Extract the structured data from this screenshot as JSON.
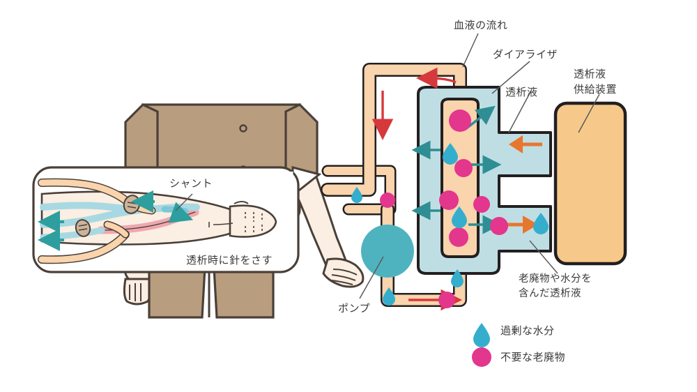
{
  "diagram": {
    "title_hidden": "",
    "labels": {
      "blood_flow": "血液の流れ",
      "dialyzer": "ダイアライザ",
      "dialysate": "透析液",
      "supply_device": "透析液\n供給装置",
      "waste_dialysate": "老廃物や水分を\n含んだ透析液",
      "pump": "ポンプ",
      "shunt": "シャント",
      "needle_note": "透析時に針をさす"
    },
    "legend": [
      {
        "icon": "water-drop-icon",
        "label": "過剰な水分",
        "color": "#35AECE"
      },
      {
        "icon": "waste-particle-icon",
        "label": "不要な老廃物",
        "color": "#E3368D"
      }
    ],
    "colors": {
      "blood_tube": "#F9D4AC",
      "dialysate": "#BFDEE4",
      "supply_device": "#F6C98A",
      "pump": "#4FB3BF",
      "waste": "#E3368D",
      "water": "#35AECE",
      "blood_arrow": "#D6393B",
      "dialysate_arrow": "#E8762C",
      "membrane_arrow": "#2E8E93",
      "outline": "#231f20",
      "skin": "#FBEEE2",
      "clothing": "#B99D7F",
      "vein": "#A8D9E2",
      "artery": "#EFA7AE",
      "text": "#3a3a3a"
    },
    "inset": {
      "vein_arrow_color": "#2E9E9E",
      "connector_count": 2
    }
  }
}
